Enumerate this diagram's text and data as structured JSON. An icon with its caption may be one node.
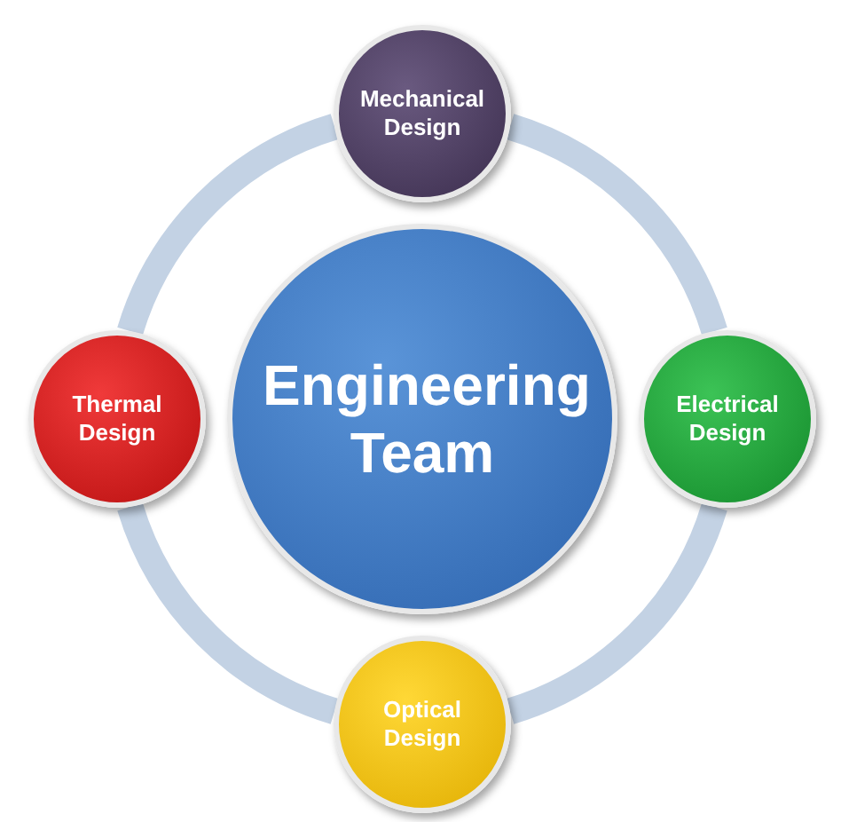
{
  "diagram": {
    "nodes": [
      {
        "text": [
          "Mechanical Design"
        ]
      },
      {
        "text": [
          "Thermal Design"
        ]
      },
      {
        "text": [
          "Engineering Team"
        ]
      },
      {
        "text": [
          "Electrical Design"
        ]
      },
      {
        "text": [
          "Optical Design"
        ]
      }
    ],
    "edges": [
      {
        "from": 0,
        "to": 3,
        "arrow": "none"
      },
      {
        "from": 3,
        "to": 4,
        "arrow": "none"
      },
      {
        "from": 4,
        "to": 1,
        "arrow": "none"
      },
      {
        "from": 1,
        "to": 0,
        "arrow": "none"
      }
    ]
  }
}
